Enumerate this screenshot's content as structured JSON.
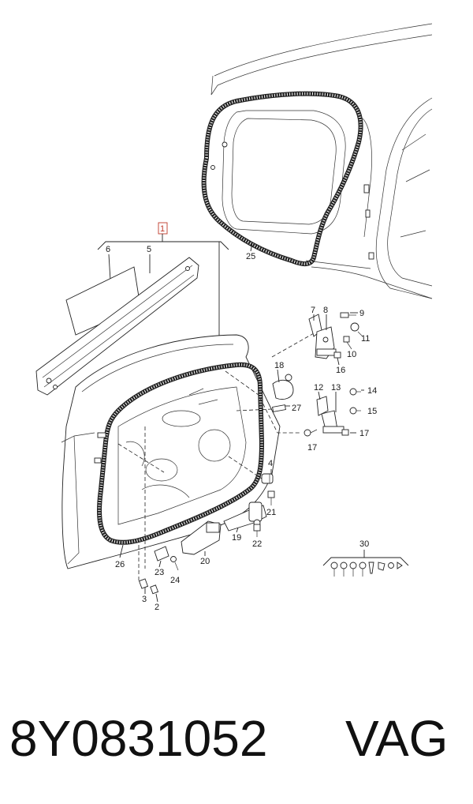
{
  "callouts": [
    {
      "id": "c1",
      "text": "1"
    },
    {
      "id": "c2",
      "text": "2"
    },
    {
      "id": "c3",
      "text": "3"
    },
    {
      "id": "c4",
      "text": "4"
    },
    {
      "id": "c5",
      "text": "5"
    },
    {
      "id": "c6",
      "text": "6"
    },
    {
      "id": "c7",
      "text": "7"
    },
    {
      "id": "c8",
      "text": "8"
    },
    {
      "id": "c9",
      "text": "9"
    },
    {
      "id": "c10",
      "text": "10"
    },
    {
      "id": "c11",
      "text": "11"
    },
    {
      "id": "c12",
      "text": "12"
    },
    {
      "id": "c13",
      "text": "13"
    },
    {
      "id": "c14",
      "text": "14"
    },
    {
      "id": "c15",
      "text": "15"
    },
    {
      "id": "c16",
      "text": "16"
    },
    {
      "id": "c17a",
      "text": "17"
    },
    {
      "id": "c17b",
      "text": "17"
    },
    {
      "id": "c18",
      "text": "18"
    },
    {
      "id": "c19",
      "text": "19"
    },
    {
      "id": "c20",
      "text": "20"
    },
    {
      "id": "c21",
      "text": "21"
    },
    {
      "id": "c22",
      "text": "22"
    },
    {
      "id": "c23",
      "text": "23"
    },
    {
      "id": "c24",
      "text": "24"
    },
    {
      "id": "c25",
      "text": "25"
    },
    {
      "id": "c26",
      "text": "26"
    },
    {
      "id": "c27",
      "text": "27"
    },
    {
      "id": "c30",
      "text": "30"
    }
  ],
  "footer": {
    "part_number": "8Y0831052",
    "brand": "VAG"
  },
  "colors": {
    "line": "#222222",
    "highlight_callout": "#c0392b",
    "background": "#ffffff"
  }
}
